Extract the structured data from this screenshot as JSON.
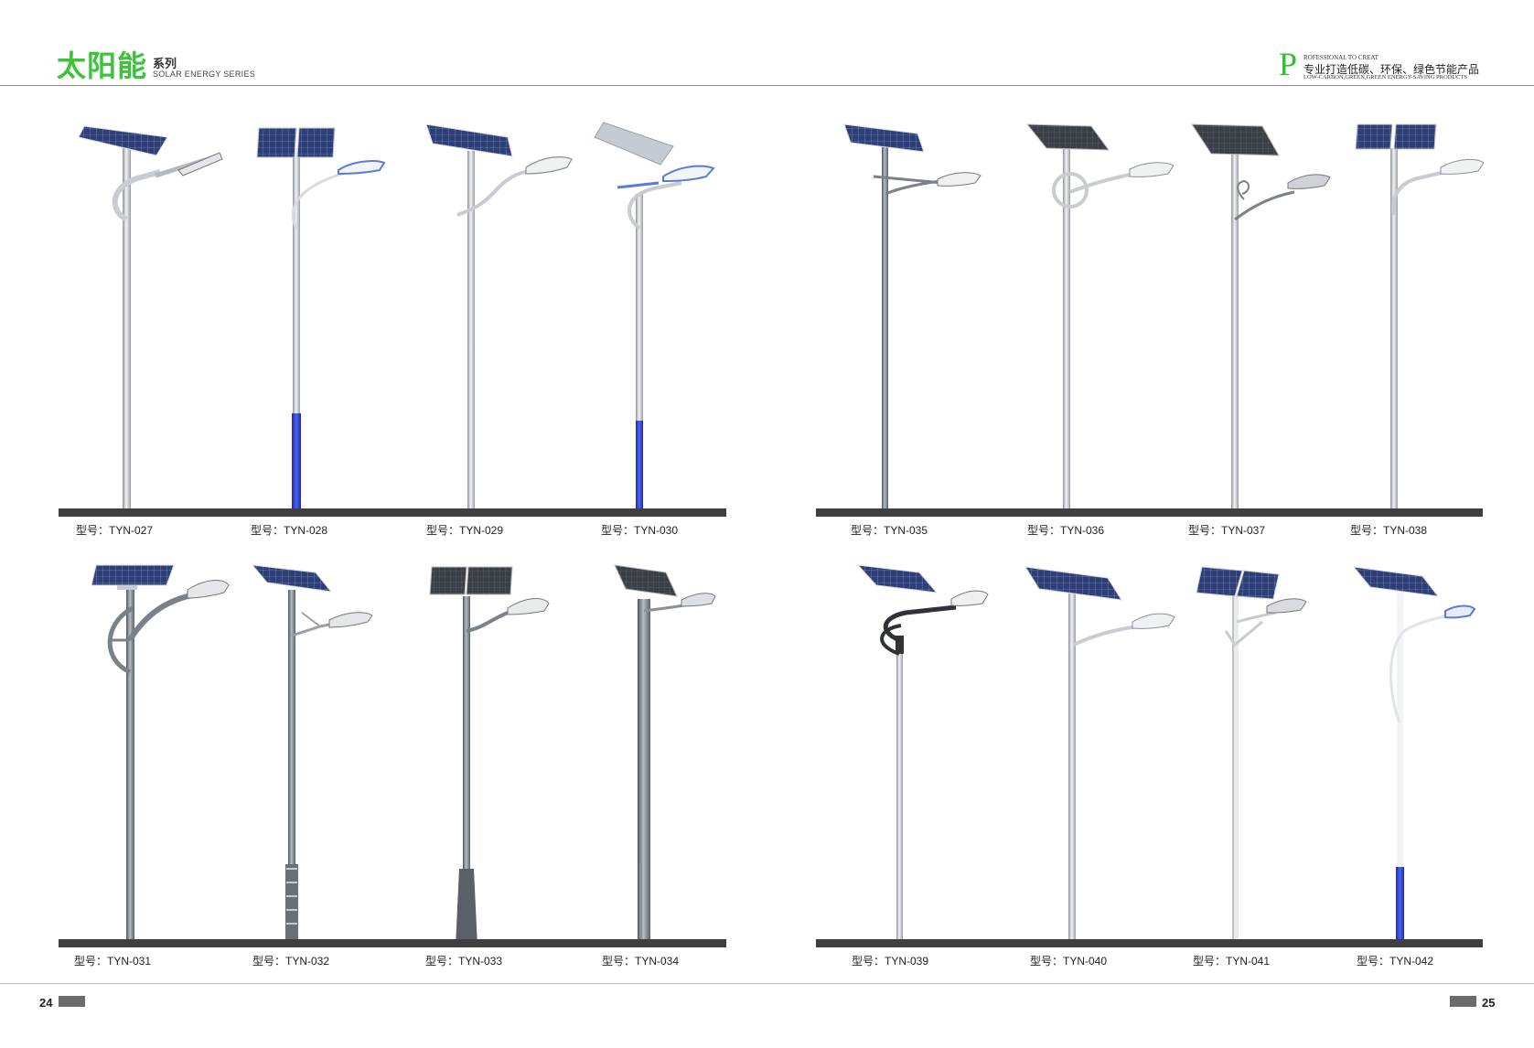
{
  "header": {
    "brand_cn": "太阳能",
    "series_cn": "系列",
    "series_en": "SOLAR ENERGY SERIES",
    "tag_letter": "P",
    "tag_en_top": "ROFESSIONAL TO CREAT",
    "tag_cn": "专业打造低碳、环保、绿色节能产品",
    "tag_en_bottom": "LOW-CARBON,GREEN,GREEN ENERGY-SAVING PRODUCTS"
  },
  "colors": {
    "brand_green": "#3bc43b",
    "ground": "#3f3f3f",
    "pole_blue": "#2f3fd0",
    "panel_blue": "#2e3f78"
  },
  "left_page": {
    "page_number": "24",
    "row1": [
      "型号：TYN-027",
      "型号：TYN-028",
      "型号：TYN-029",
      "型号：TYN-030"
    ],
    "row2": [
      "型号：TYN-031",
      "型号：TYN-032",
      "型号：TYN-033",
      "型号：TYN-034"
    ]
  },
  "right_page": {
    "page_number": "25",
    "row1": [
      "型号：TYN-035",
      "型号：TYN-036",
      "型号：TYN-037",
      "型号：TYN-038"
    ],
    "row2": [
      "型号：TYN-039",
      "型号：TYN-040",
      "型号：TYN-041",
      "型号：TYN-042"
    ]
  }
}
